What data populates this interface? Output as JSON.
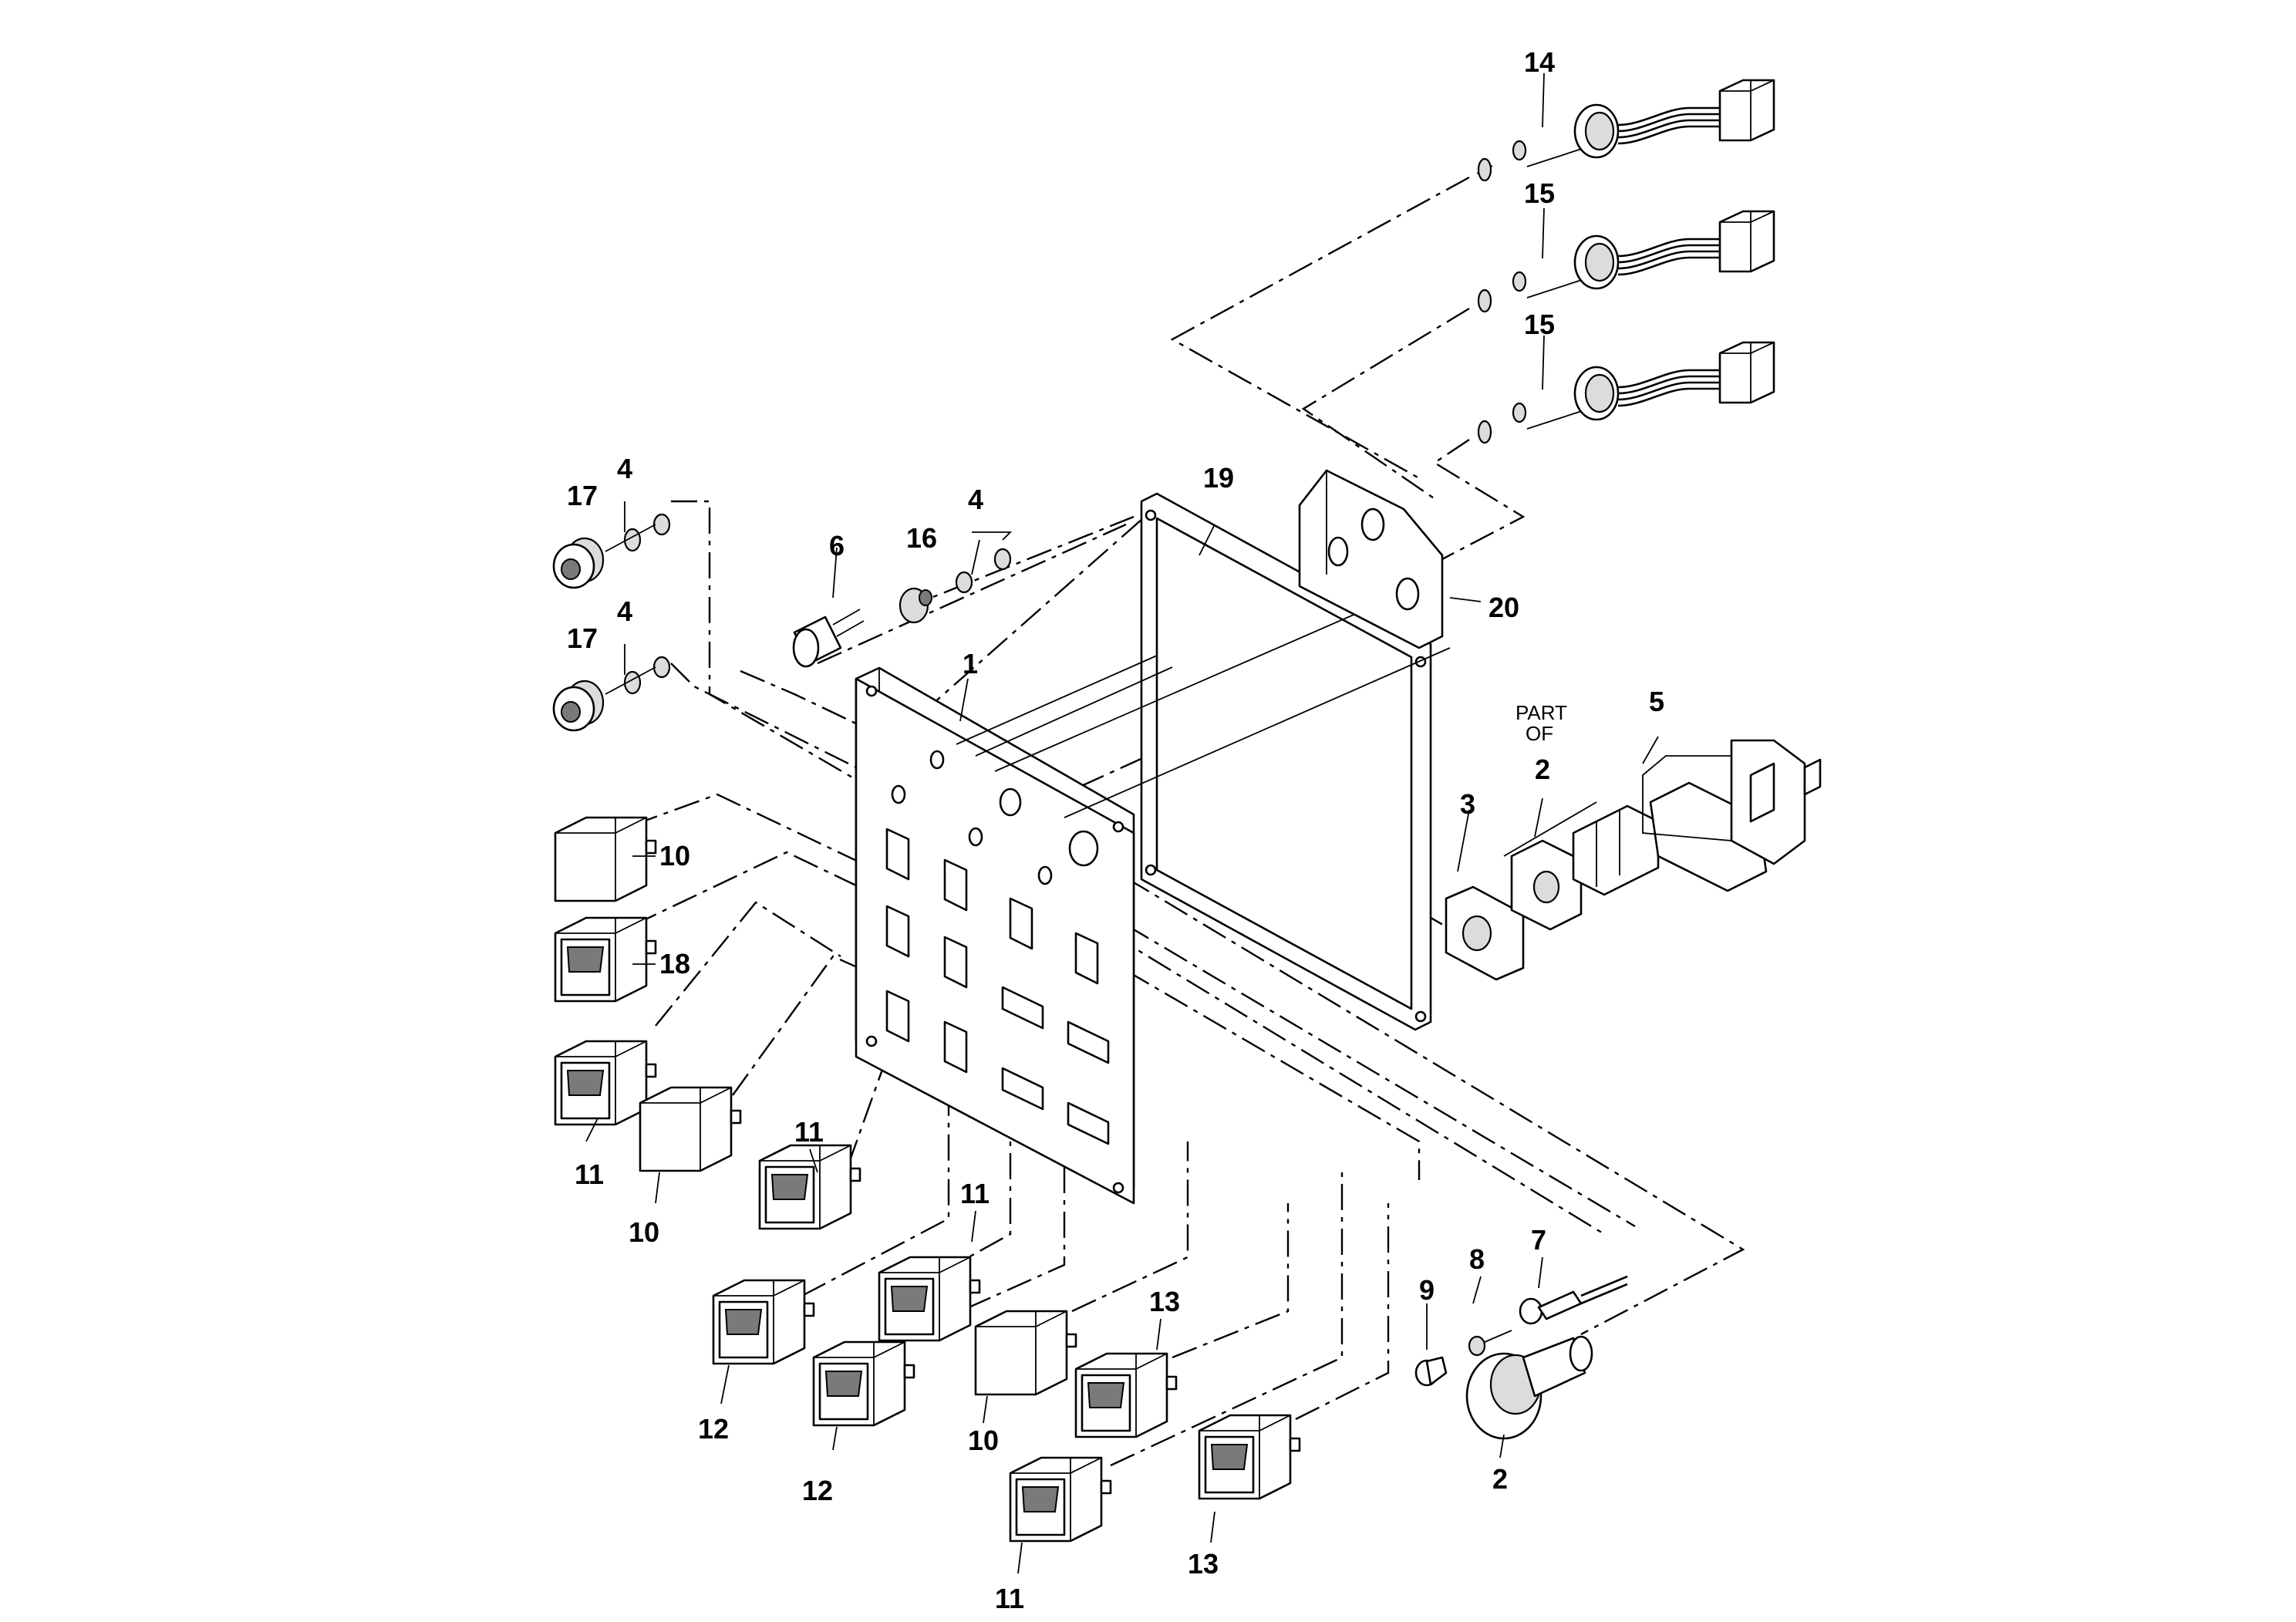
{
  "callouts": {
    "c1": "1",
    "c2a": "2",
    "c2b": "2",
    "c3": "3",
    "c4a": "4",
    "c4b": "4",
    "c4c": "4",
    "c5": "5",
    "c6": "6",
    "c7": "7",
    "c8": "8",
    "c9": "9",
    "c10a": "10",
    "c10b": "10",
    "c10c": "10",
    "c11a": "11",
    "c11b": "11",
    "c11c": "11",
    "c11d": "11",
    "c12a": "12",
    "c12b": "12",
    "c13a": "13",
    "c13b": "13",
    "c14": "14",
    "c15a": "15",
    "c15b": "15",
    "c16": "16",
    "c17a": "17",
    "c17b": "17",
    "c18": "18",
    "c19": "19",
    "c20": "20"
  },
  "notes": {
    "part_of_line1": "PART",
    "part_of_line2": "OF"
  }
}
